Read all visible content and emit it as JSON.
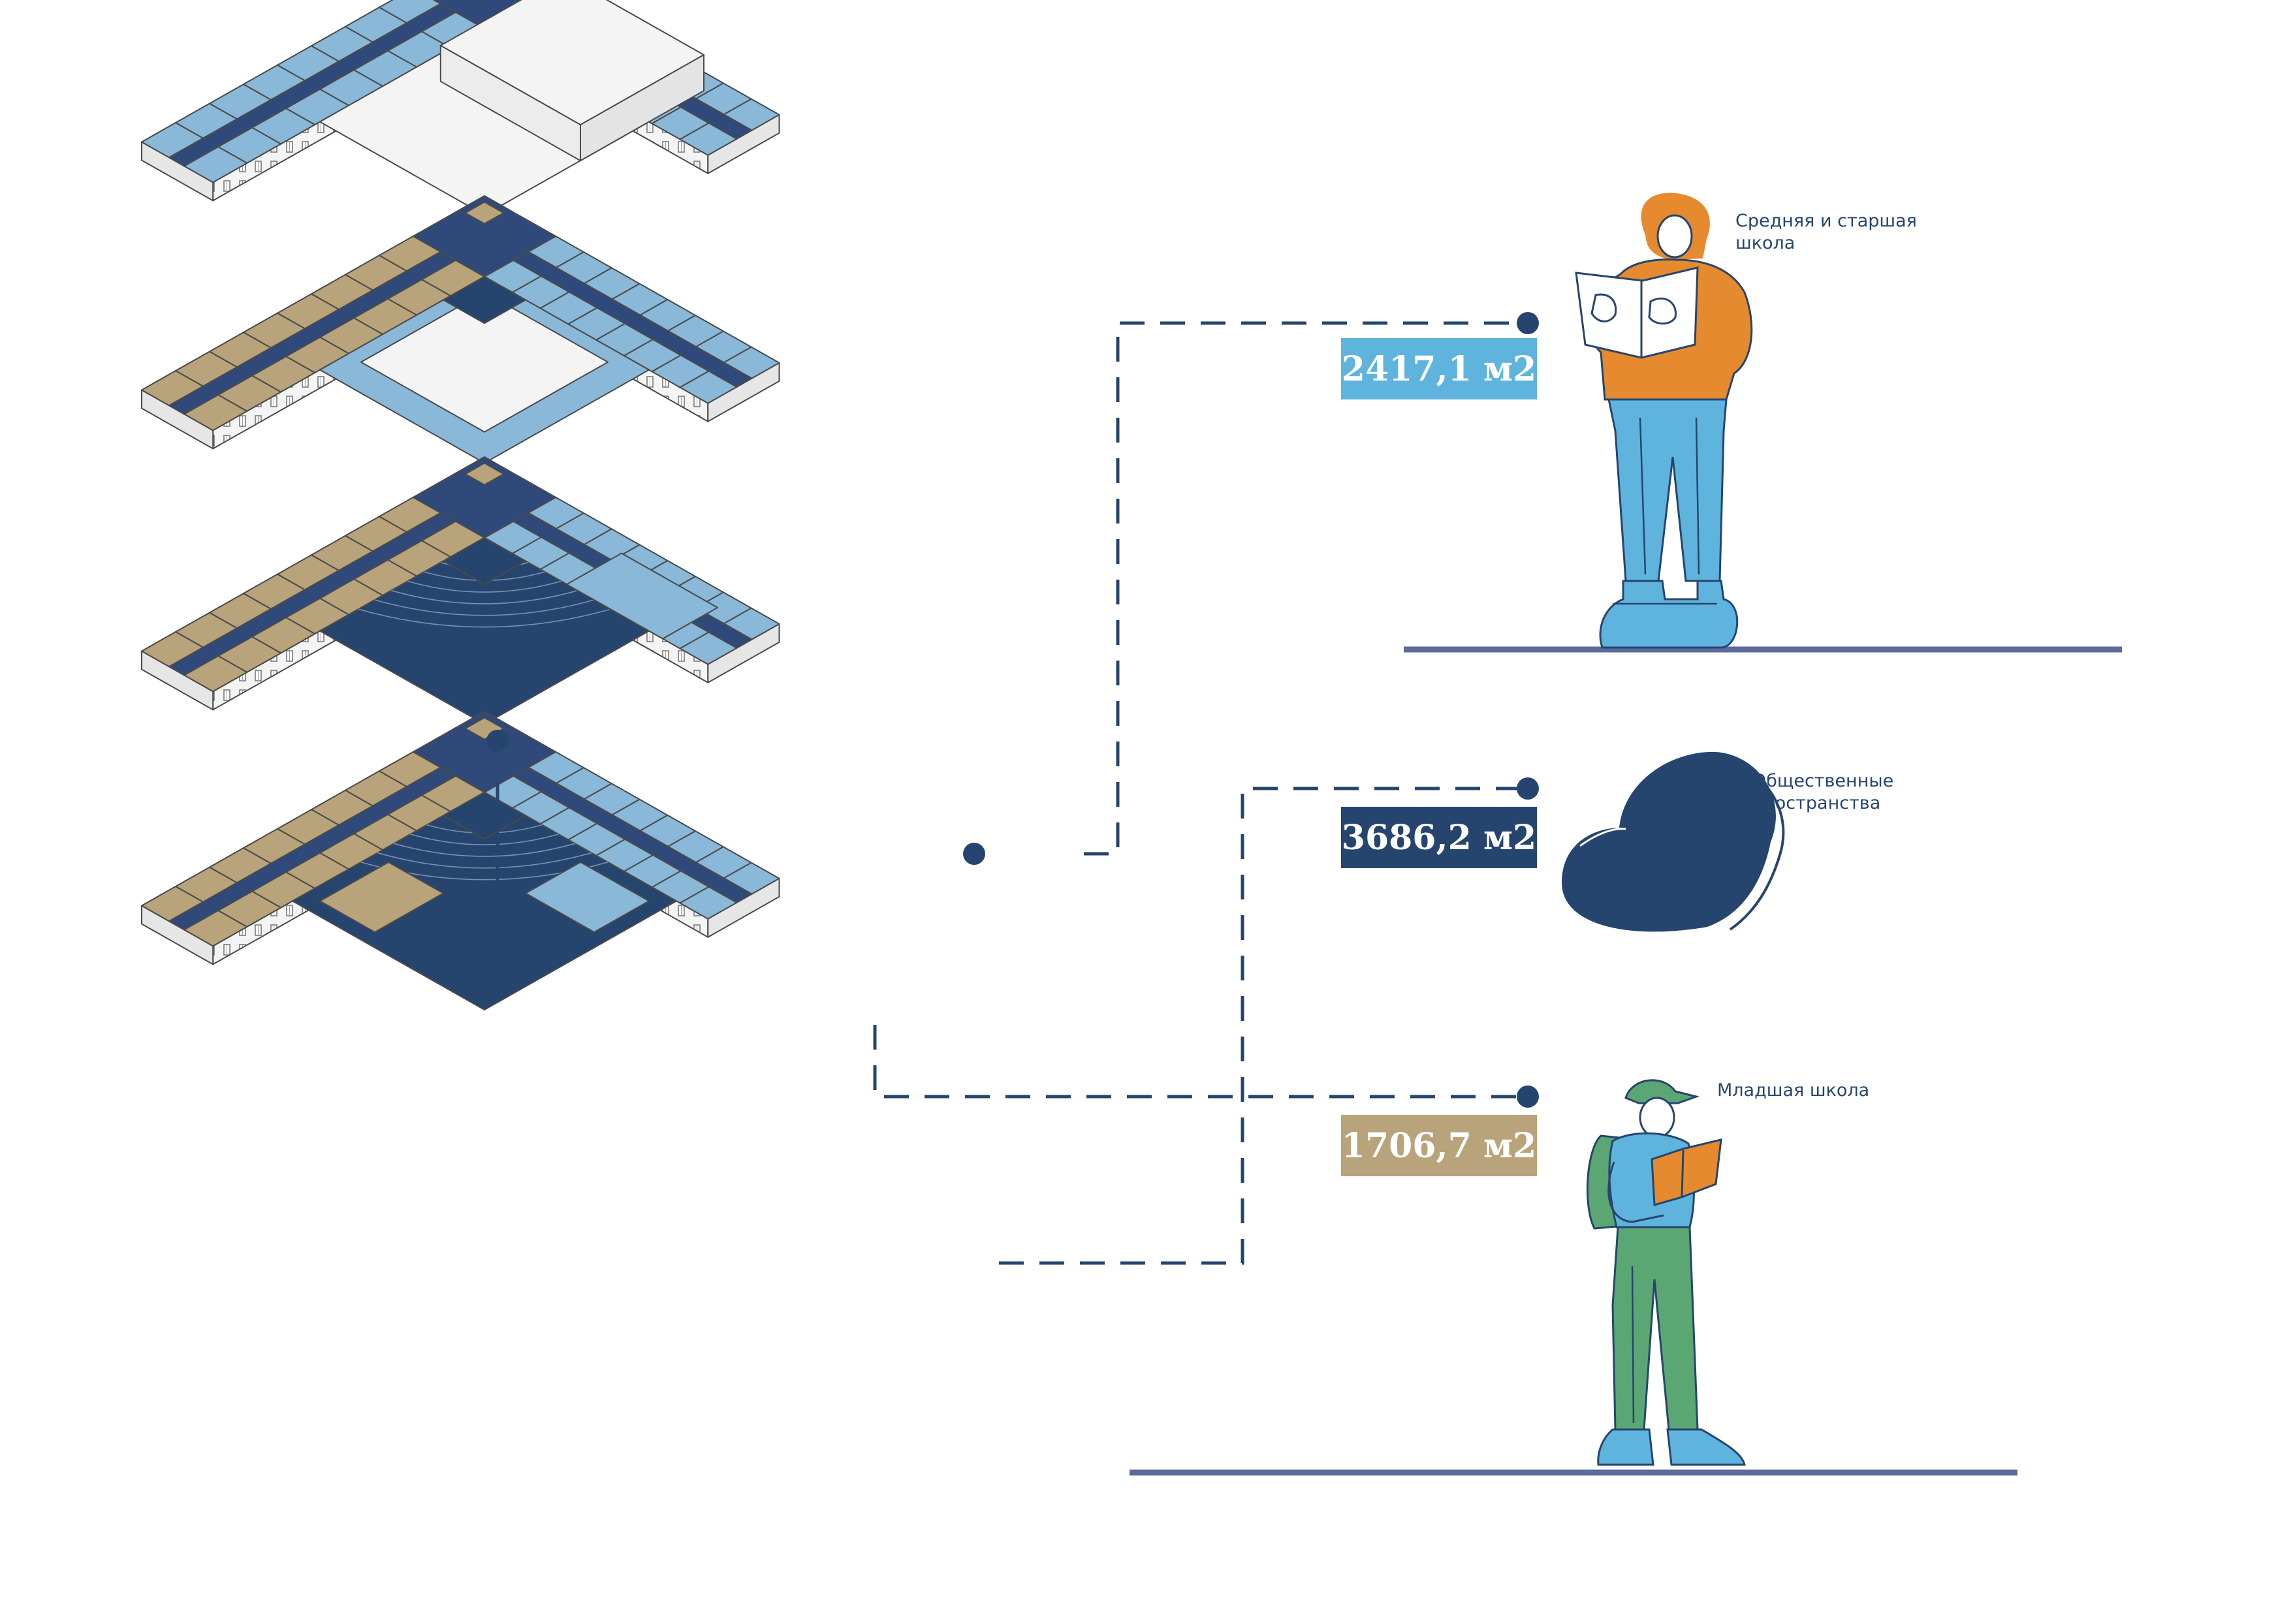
{
  "colors": {
    "senior": "#5fb4de",
    "public": "#26456e",
    "junior": "#b8a37a",
    "corridor": "#2f4a7a",
    "room_light": "#89b8d8",
    "wall": "#f2f2f2",
    "ground_line": "#5c6b9a",
    "orange": "#e58a2e",
    "green": "#5aa774"
  },
  "legend": [
    {
      "key": "senior",
      "label_lines": [
        "Средняя и старшая",
        "школа"
      ],
      "area": "2417,1 м2",
      "icon": "reading-student-icon"
    },
    {
      "key": "public",
      "label_lines": [
        "Общественные",
        "пространства"
      ],
      "area": "3686,2 м2",
      "icon": "heart-icon"
    },
    {
      "key": "junior",
      "label_lines": [
        "Младшая школа"
      ],
      "area": "1706,7 м2",
      "icon": "young-student-icon"
    }
  ],
  "floors": [
    {
      "name": "floor-4",
      "legend_keys": [
        "senior"
      ]
    },
    {
      "name": "floor-3",
      "legend_keys": [
        "senior",
        "junior",
        "public"
      ]
    },
    {
      "name": "floor-2",
      "legend_keys": [
        "senior",
        "junior",
        "public"
      ]
    },
    {
      "name": "floor-1",
      "legend_keys": [
        "senior",
        "junior",
        "public"
      ]
    }
  ]
}
